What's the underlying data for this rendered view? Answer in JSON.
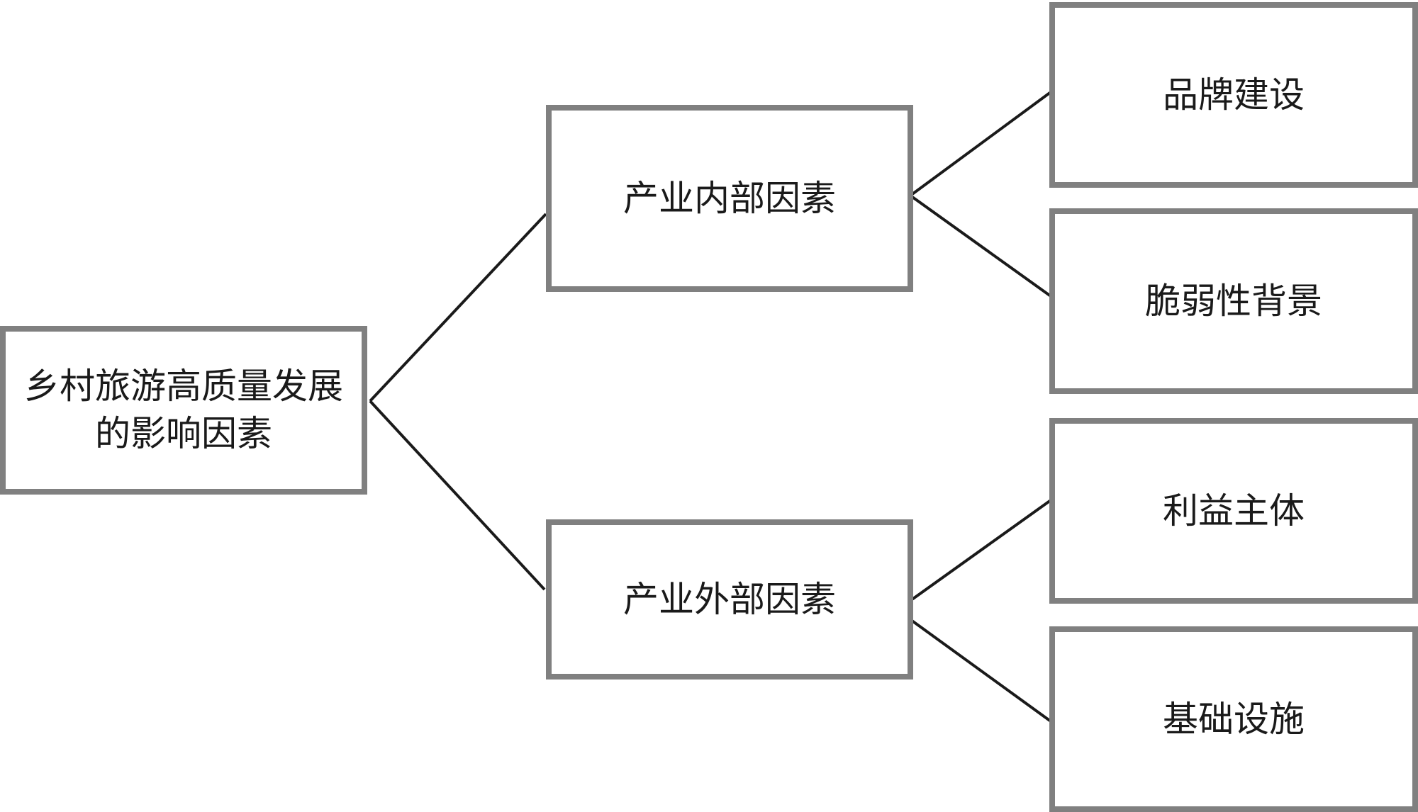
{
  "diagram": {
    "root": {
      "label": "乡村旅游高质量发展的影响因素"
    },
    "internal": {
      "label": "产业内部因素",
      "children": [
        {
          "label": "品牌建设"
        },
        {
          "label": "脆弱性背景"
        }
      ]
    },
    "external": {
      "label": "产业外部因素",
      "children": [
        {
          "label": "利益主体"
        },
        {
          "label": "基础设施"
        }
      ]
    },
    "colors": {
      "box_border": "#808080",
      "connector": "#1a1a1a",
      "text": "#1a1a1a",
      "background": "#ffffff"
    }
  }
}
